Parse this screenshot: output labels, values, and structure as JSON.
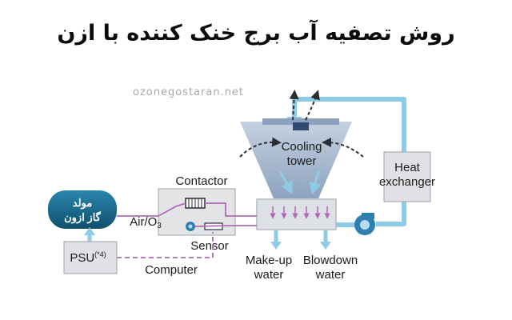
{
  "title": "روش تصفیه آب برج خنک کننده با ازن",
  "watermark": "ozonegostaran.net",
  "diagram": {
    "generator_line1": "مولد",
    "generator_line2": "گاز ازون",
    "psu": "PSU",
    "psu_note": "(*4)",
    "air_label": "Air/O",
    "air_sub": "3",
    "contactor": "Contactor",
    "sensor": "Sensor",
    "computer": "Computer",
    "tower_line1": "Cooling",
    "tower_line2": "tower",
    "heat_line1": "Heat",
    "heat_line2": "exchanger",
    "makeup_line1": "Make-up",
    "makeup_line2": "water",
    "blowdown_line1": "Blowdown",
    "blowdown_line2": "water"
  },
  "colors": {
    "water_pipe": "#8ecbe6",
    "water_pipe_dark": "#5ab0d8",
    "ozone_line": "#b06ab8",
    "tower_fill": "#a7b7cf",
    "generator": "#1c6a8c",
    "box_fill": "#dfe1e4",
    "box_stroke": "#9da3aa",
    "text": "#1a1a1a"
  }
}
